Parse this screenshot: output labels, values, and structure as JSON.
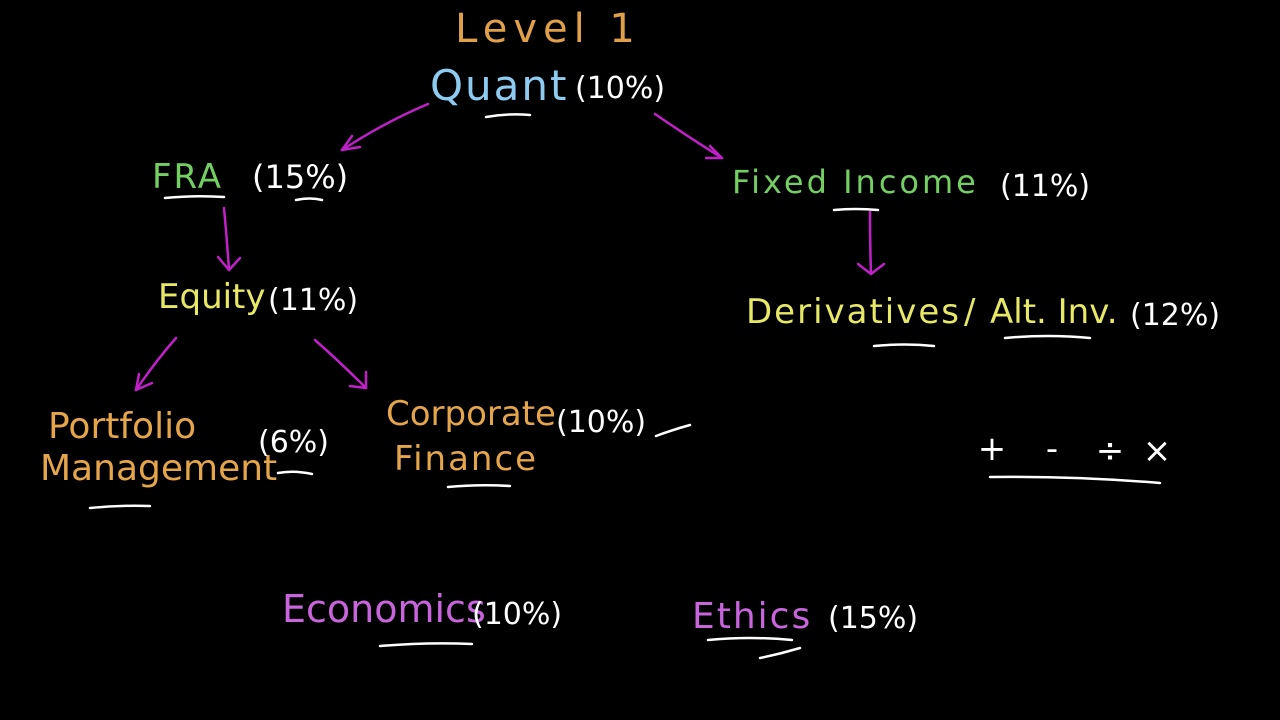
{
  "title": "Level 1",
  "nodes": {
    "quant": {
      "name": "Quant",
      "weight": "(10%)"
    },
    "fra": {
      "name": "FRA",
      "weight": "(15%)"
    },
    "fixed_income": {
      "name": "Fixed Income",
      "weight": "(11%)"
    },
    "equity": {
      "name": "Equity",
      "weight": "(11%)"
    },
    "derivatives": {
      "name_part1": "Derivatives",
      "separator": "/",
      "name_part2": "Alt. Inv.",
      "weight": "(12%)"
    },
    "portfolio_management": {
      "name_line1": "Portfolio",
      "name_line2": "Management",
      "weight": "(6%)"
    },
    "corporate_finance": {
      "name_line1": "Corporate",
      "name_line2": "Finance",
      "weight": "(10%)"
    },
    "economics": {
      "name": "Economics",
      "weight": "(10%)"
    },
    "ethics": {
      "name": "Ethics",
      "weight": "(15%)"
    }
  },
  "math_symbols": {
    "plus": "+",
    "minus": "-",
    "divide": "÷",
    "times": "×"
  },
  "colors": {
    "background": "#000000",
    "title": "#e0a048",
    "quant": "#8ecbf0",
    "green_group": "#74cf62",
    "yellow_group": "#e6e866",
    "orange_group": "#e5a54a",
    "purple_group": "#c864dc",
    "arrow": "#c020c8",
    "weight_text": "#ffffff",
    "underline": "#ffffff"
  }
}
